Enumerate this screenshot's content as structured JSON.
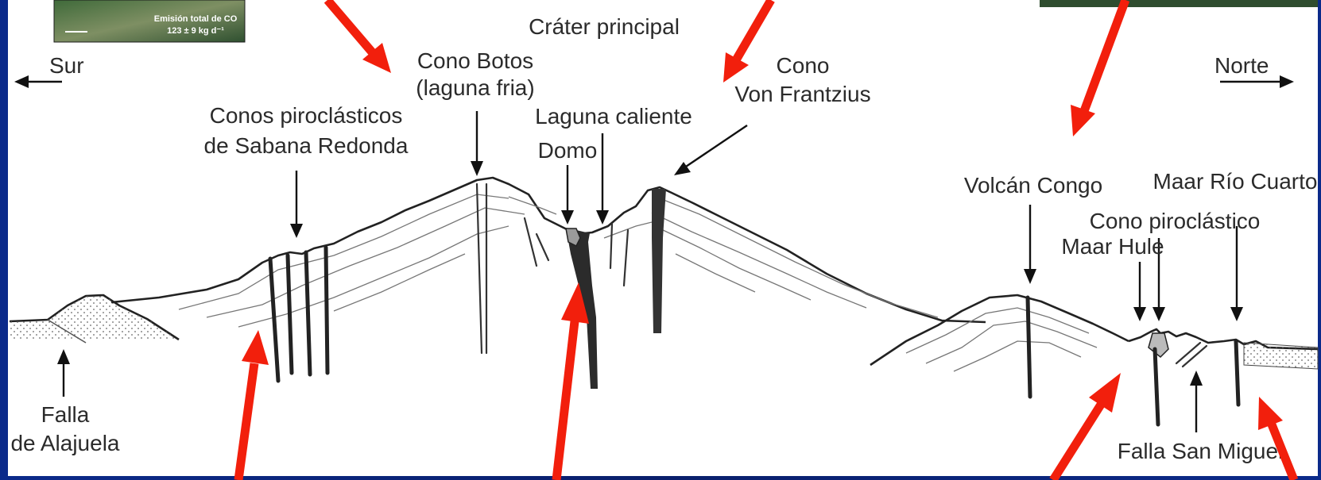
{
  "inset": {
    "text_line1": "Emisión total de CO",
    "text_line2": "123 ± 9 kg d⁻¹"
  },
  "labels": {
    "crater_principal": "Cráter principal",
    "sur": "Sur",
    "norte": "Norte",
    "cono_botos_1": "Cono Botos",
    "cono_botos_2": "(laguna fria)",
    "cono_vf_1": "Cono",
    "cono_vf_2": "Von Frantzius",
    "conos_piro_1": "Conos piroclásticos",
    "conos_piro_2": "de Sabana Redonda",
    "laguna_caliente": "Laguna caliente",
    "domo": "Domo",
    "volcan_congo": "Volcán Congo",
    "maar_rio_cuarto": "Maar Río Cuarto",
    "cono_piroclastico": "Cono piroclástico",
    "maar_hule": "Maar Hule",
    "falla_1": "Falla",
    "falla_2": "de Alajuela",
    "falla_san_miguel": "Falla San Miguel"
  },
  "colors": {
    "red_arrow": "#f21f0c",
    "frame_blue": "#0a1f6b",
    "panel": "#ffffff"
  }
}
